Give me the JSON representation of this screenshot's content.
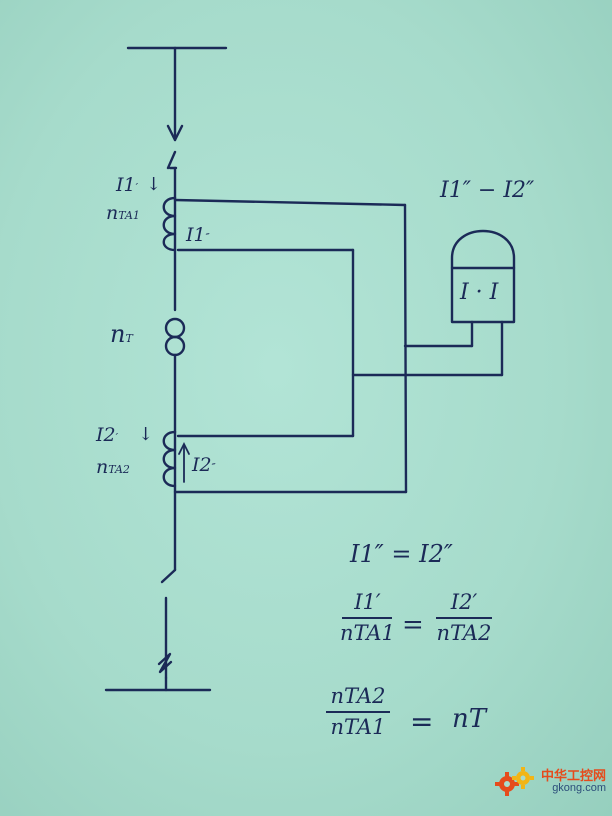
{
  "labels": {
    "i1_primary": "I1",
    "i1_primary_sub": "′",
    "i1_secondary": "I1",
    "i1_secondary_sub": "″",
    "nta1": "n",
    "nta1_sub": "TA1",
    "nt": "n",
    "nt_sub": "T",
    "i2_primary": "I2",
    "i2_primary_sub": "′",
    "i2_secondary": "I2",
    "i2_secondary_sub": "″",
    "nta2": "n",
    "nta2_sub": "TA2",
    "relay_top": "I1″ − I2″",
    "relay_body": "I · I"
  },
  "equations": {
    "eq1": "I1″ = I2″",
    "eq2_num_left": "I1′",
    "eq2_den_left": "nTA1",
    "eq2_op": "=",
    "eq2_num_right": "I2′",
    "eq2_den_right": "nTA2",
    "eq3_num": "nTA2",
    "eq3_den": "nTA1",
    "eq3_op": "=",
    "eq3_right": "nT"
  },
  "watermark": {
    "cn": "中华工控网",
    "url": "gkong.com"
  },
  "colors": {
    "ink": "#1b2a57",
    "paper": "#a9dccd",
    "wm_red": "#e54b1c",
    "wm_gear_yellow": "#f2b516"
  }
}
